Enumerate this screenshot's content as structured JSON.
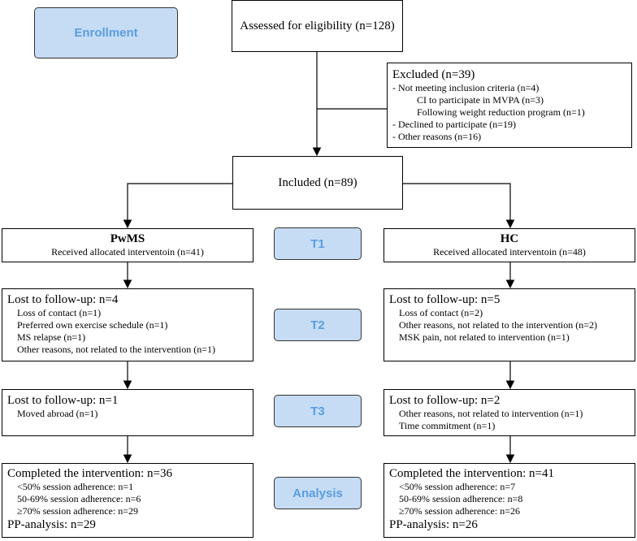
{
  "stages": {
    "enrollment": "Enrollment",
    "t1": "T1",
    "t2": "T2",
    "t3": "T3",
    "analysis": "Analysis"
  },
  "assessed": "Assessed for eligibility (n=128)",
  "excluded": {
    "title": "Excluded (n=39)",
    "lines": [
      "- Not meeting inclusion criteria (n=4)",
      "CI to participate in MVPA (n=3)",
      "Following weight reduction program (n=1)",
      "- Declined to participate (n=19)",
      "- Other reasons (n=16)"
    ]
  },
  "included": "Included (n=89)",
  "pwms": {
    "title": "PwMS",
    "received": "Received allocated interventoin (n=41)",
    "lost1": {
      "title": "Lost to follow-up: n=4",
      "lines": [
        "Loss of contact (n=1)",
        "Preferred own exercise schedule (n=1)",
        "MS relapse (n=1)",
        "Other reasons, not related to the intervention (n=1)"
      ]
    },
    "lost2": {
      "title": "Lost to follow-up: n=1",
      "lines": [
        "Moved abroad (n=1)"
      ]
    },
    "completed": {
      "title": "Completed the intervention: n=36",
      "lines": [
        "<50% session adherence: n=1",
        "50-69% session adherence: n=6",
        "≥70% session adherence: n=29"
      ],
      "pp": "PP-analysis: n=29"
    }
  },
  "hc": {
    "title": "HC",
    "received": "Received allocated interventoin (n=48)",
    "lost1": {
      "title": "Lost to follow-up: n=5",
      "lines": [
        "Loss of contact (n=2)",
        "Other reasons, not related to the intervention (n=2)",
        "MSK pain, not related to intervention (n=1)"
      ]
    },
    "lost2": {
      "title": "Lost to follow-up: n=2",
      "lines": [
        "Other reasons, not related to intervention (n=1)",
        "Time commitment (n=1)"
      ]
    },
    "completed": {
      "title": "Completed the intervention: n=41",
      "lines": [
        "<50% session adherence: n=7",
        "50-69% session adherence: n=8",
        "≥70% session adherence: n=26"
      ],
      "pp": "PP-analysis: n=26"
    }
  }
}
